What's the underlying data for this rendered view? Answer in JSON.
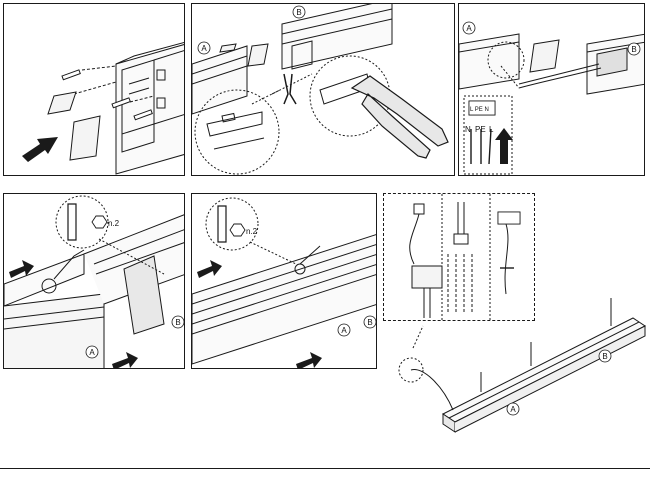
{
  "callouts": {
    "a": "A",
    "b": "B"
  },
  "terminal": {
    "n": "N",
    "pe": "PE",
    "l": "L",
    "block_text": "L PE N"
  },
  "hex_key": {
    "size": "n.2"
  },
  "colors": {
    "ink": "#1a1a1a",
    "arrow": "#1a1a1a",
    "paper": "#f4f4f4",
    "shade": "#d9d9d9"
  },
  "icons": {
    "arrow": "bold-arrow-icon",
    "hex_key": "hex-key-icon",
    "pliers": "pliers-icon",
    "connector": "connector-block-icon"
  }
}
